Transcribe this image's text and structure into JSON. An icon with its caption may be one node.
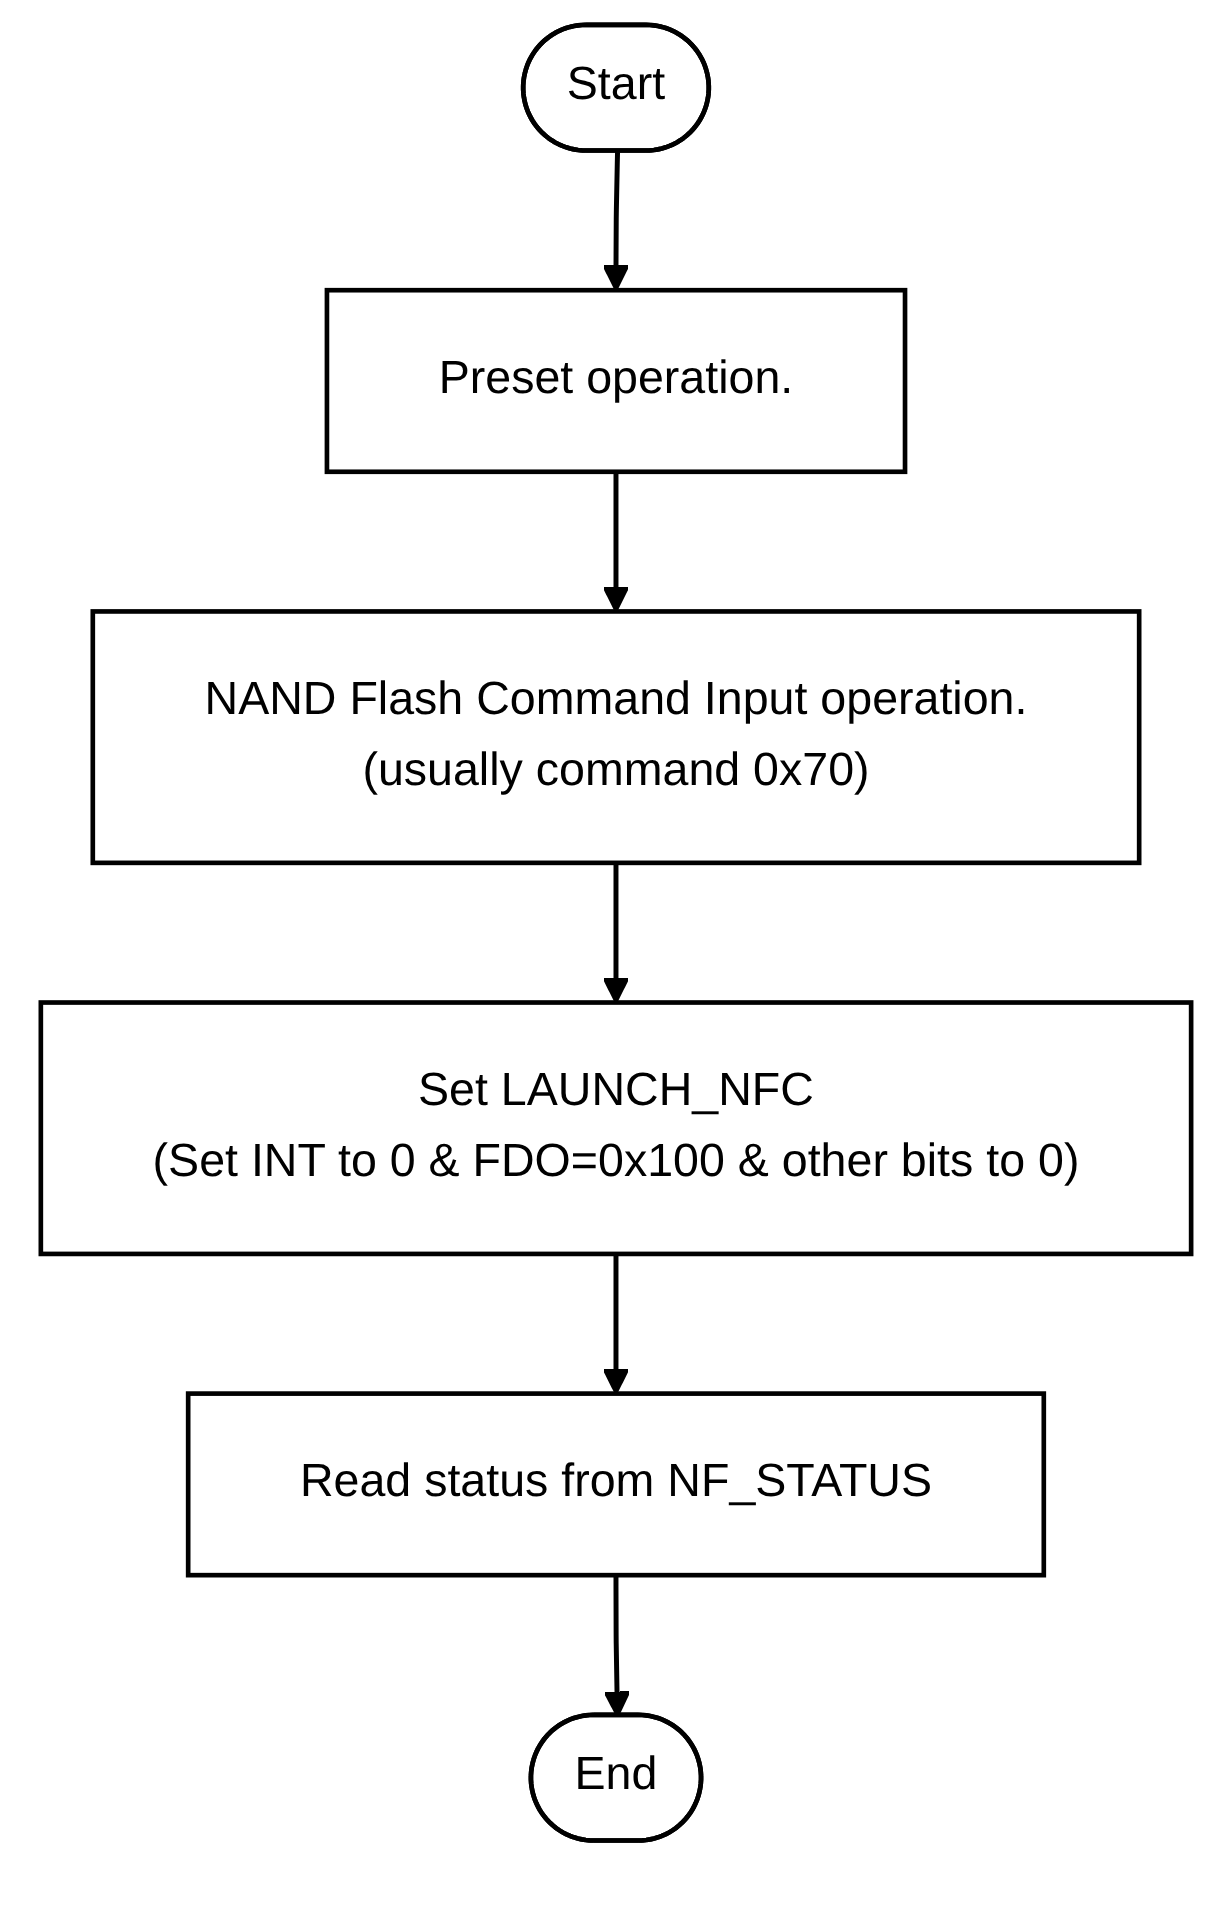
{
  "diagram": {
    "nodes": [
      {
        "text": [
          "Start"
        ]
      },
      {
        "text": [
          "Preset operation."
        ]
      },
      {
        "text": [
          "NAND Flash Command Input operation.",
          "(usually command 0x70)"
        ]
      },
      {
        "text": [
          "Set LAUNCH_NFC",
          "(Set INT to 0 & FDO=0x100 & other bits to 0)"
        ]
      },
      {
        "text": [
          "Read status from NF_STATUS"
        ]
      },
      {
        "text": [
          "End"
        ]
      }
    ],
    "edges": [
      {
        "from": 0,
        "to": 1,
        "arrow": "to"
      },
      {
        "from": 1,
        "to": 2,
        "arrow": "to"
      },
      {
        "from": 2,
        "to": 3,
        "arrow": "to"
      },
      {
        "from": 3,
        "to": 4,
        "arrow": "to"
      },
      {
        "from": 4,
        "to": 5,
        "arrow": "to"
      }
    ]
  }
}
